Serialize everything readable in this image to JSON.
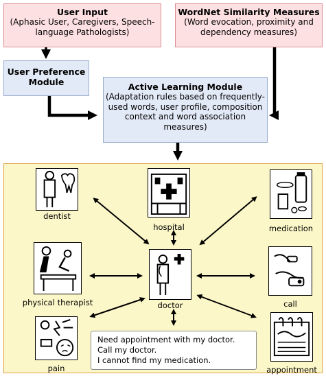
{
  "user_input": {
    "title": "User Input",
    "body": "(Aphasic User, Caregivers, Speech-language Pathologists)"
  },
  "wordnet": {
    "title": "WordNet Similarity Measures",
    "body": "(Word evocation, proximity and dependency measures)"
  },
  "user_preference": {
    "title": "User Preference Module"
  },
  "active_learning": {
    "title": "Active Learning Module",
    "body": "(Adaptation rules based on frequently-used words, user profile, composition context and word association measures)"
  },
  "symbols": {
    "dentist": "dentist",
    "hospital": "hospital",
    "medication": "medication",
    "physical_therapist": "physical therapist",
    "doctor": "doctor",
    "call": "call",
    "pain": "pain",
    "appointment": "appointment"
  },
  "message": {
    "lines": [
      "Need appointment with my doctor.",
      "Call my doctor.",
      "I cannot find my medication."
    ]
  }
}
